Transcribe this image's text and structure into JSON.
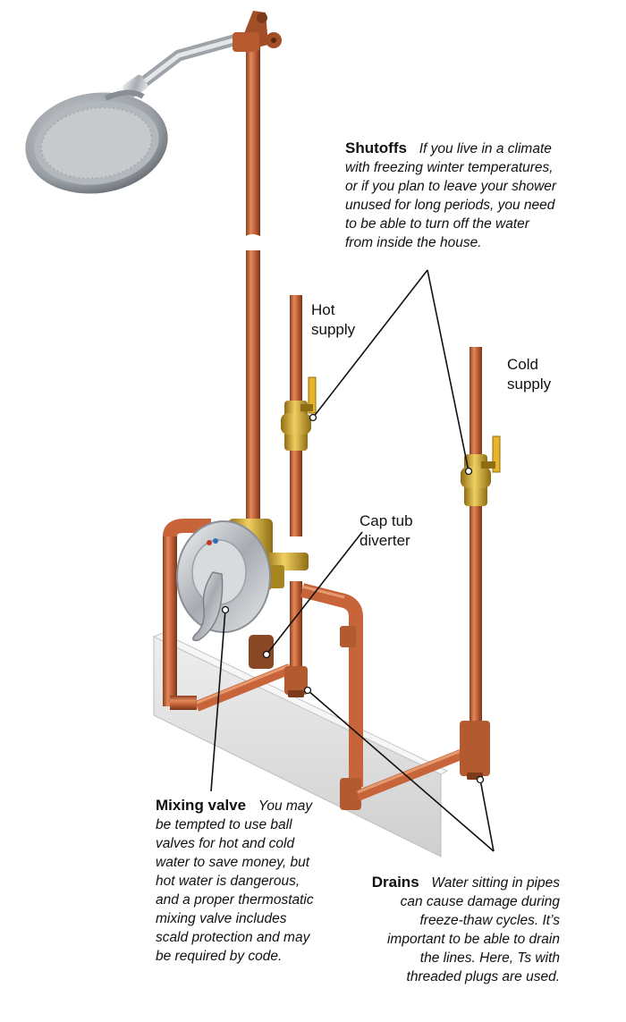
{
  "labels": {
    "hot_supply_line1": "Hot",
    "hot_supply_line2": "supply",
    "cold_supply_line1": "Cold",
    "cold_supply_line2": "supply",
    "cap_tub_diverter_line1": "Cap tub",
    "cap_tub_diverter_line2": "diverter"
  },
  "callouts": {
    "shutoffs": {
      "heading": "Shutoffs",
      "text": "If you live in a climate with freezing winter temperatures, or if you plan to leave your shower unused for long periods, you need to be able to turn off the water from inside the house."
    },
    "mixing_valve": {
      "heading": "Mixing valve",
      "text": "You may be tempted to use ball valves for hot and cold water to save money, but hot water is dangerous, and a proper thermostatic mixing valve includes scald protection and may be required by code."
    },
    "drains": {
      "heading": "Drains",
      "text": "Water sitting in pipes can cause damage during freeze-thaw cycles. It’s important to be able to drain the lines. Here, Ts with threaded plugs are used."
    }
  },
  "colors": {
    "copper": "#c8643a",
    "copper_dark": "#8e3f1f",
    "brass": "#c9a233",
    "chrome": "#c9ccd0",
    "board": "#e3e3e3",
    "leader": "#111111"
  }
}
